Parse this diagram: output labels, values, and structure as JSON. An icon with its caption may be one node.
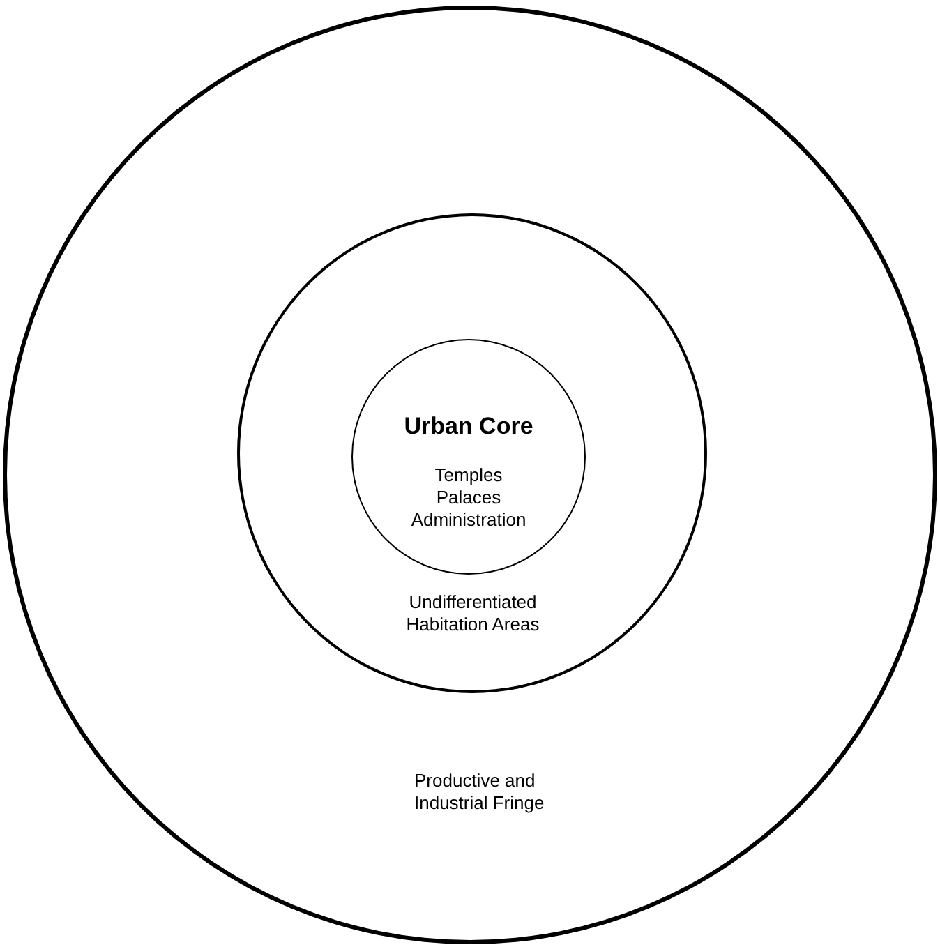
{
  "diagram": {
    "nodes": [
      {
        "text": [
          "Productive and Industrial Fringe"
        ]
      },
      {
        "text": [
          "Undifferentiated Habitation Areas"
        ],
        "in": 0
      },
      {
        "text": [
          "Urban Core",
          "Temples Palaces Administration"
        ],
        "in": 1
      }
    ]
  }
}
